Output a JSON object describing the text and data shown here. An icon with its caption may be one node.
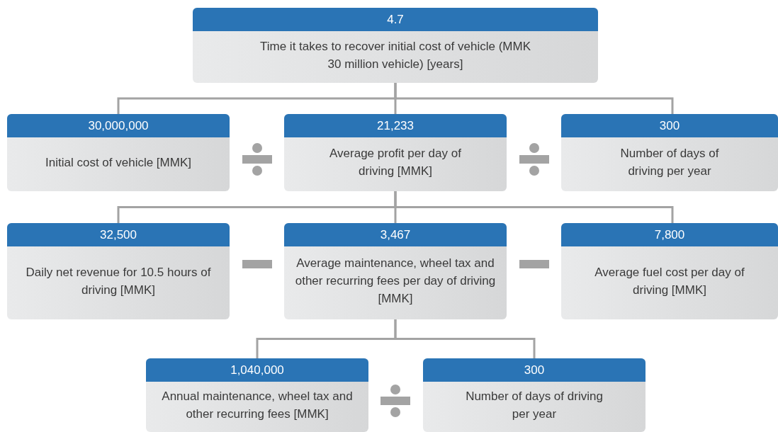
{
  "diagram": {
    "nodes": [
      {
        "text": [
          "4.7",
          "Time it takes to recover initial cost of vehicle (MMK 30 million vehicle) [years]"
        ]
      },
      {
        "text": [
          "30,000,000",
          "Initial cost of vehicle [MMK]"
        ]
      },
      {
        "text": [
          "21,233",
          "Average profit per day of driving [MMK]"
        ]
      },
      {
        "text": [
          "300",
          "Number of days of driving per year"
        ]
      },
      {
        "text": [
          "32,500",
          "Daily net revenue for 10.5 hours of driving [MMK]"
        ]
      },
      {
        "text": [
          "3,467",
          "Average maintenance, wheel tax and other recurring fees per day of driving [MMK]"
        ]
      },
      {
        "text": [
          "7,800",
          "Average fuel cost per day of driving [MMK]"
        ]
      },
      {
        "text": [
          "1,040,000",
          "Annual maintenance, wheel tax and other recurring fees [MMK]"
        ]
      },
      {
        "text": [
          "300",
          "Number of days of driving per year"
        ]
      }
    ],
    "edges": [
      {
        "from": 0,
        "to": 1,
        "arrow": "none"
      },
      {
        "from": 0,
        "to": 2,
        "arrow": "none"
      },
      {
        "from": 0,
        "to": 3,
        "arrow": "none"
      },
      {
        "from": 2,
        "to": 4,
        "arrow": "none"
      },
      {
        "from": 2,
        "to": 5,
        "arrow": "none"
      },
      {
        "from": 2,
        "to": 6,
        "arrow": "none"
      },
      {
        "from": 5,
        "to": 7,
        "arrow": "none"
      },
      {
        "from": 5,
        "to": 8,
        "arrow": "none"
      }
    ]
  }
}
